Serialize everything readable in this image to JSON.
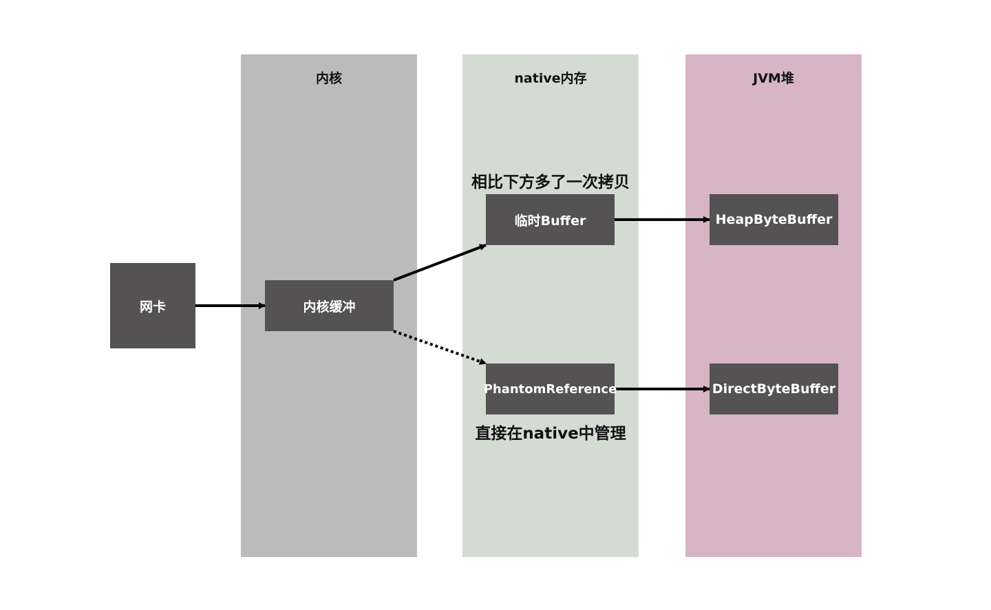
{
  "colors": {
    "lane_kernel": "#bcbbbc",
    "lane_native": "#d3dbd3",
    "lane_jvm": "#d7b5c4",
    "node_fill": "#545253",
    "node_text": "#ffffff",
    "edge": "#000000"
  },
  "lanes": {
    "kernel": "内核",
    "native": "native内存",
    "jvm": "JVM堆"
  },
  "nodes": {
    "nic": "网卡",
    "kernel_buffer": "内核缓冲",
    "temp_buffer": "临时Buffer",
    "phantom_reference": "PhantomReference",
    "heap_byte_buffer": "HeapByteBuffer",
    "direct_byte_buffer": "DirectByteBuffer"
  },
  "notes": {
    "extra_copy": "相比下方多了一次拷贝",
    "native_managed": "直接在native中管理"
  },
  "edges": [
    {
      "from": "nic",
      "to": "kernel_buffer",
      "style": "solid"
    },
    {
      "from": "kernel_buffer",
      "to": "temp_buffer",
      "style": "solid"
    },
    {
      "from": "kernel_buffer",
      "to": "phantom_reference",
      "style": "dotted"
    },
    {
      "from": "temp_buffer",
      "to": "heap_byte_buffer",
      "style": "solid"
    },
    {
      "from": "phantom_reference",
      "to": "direct_byte_buffer",
      "style": "solid"
    }
  ]
}
